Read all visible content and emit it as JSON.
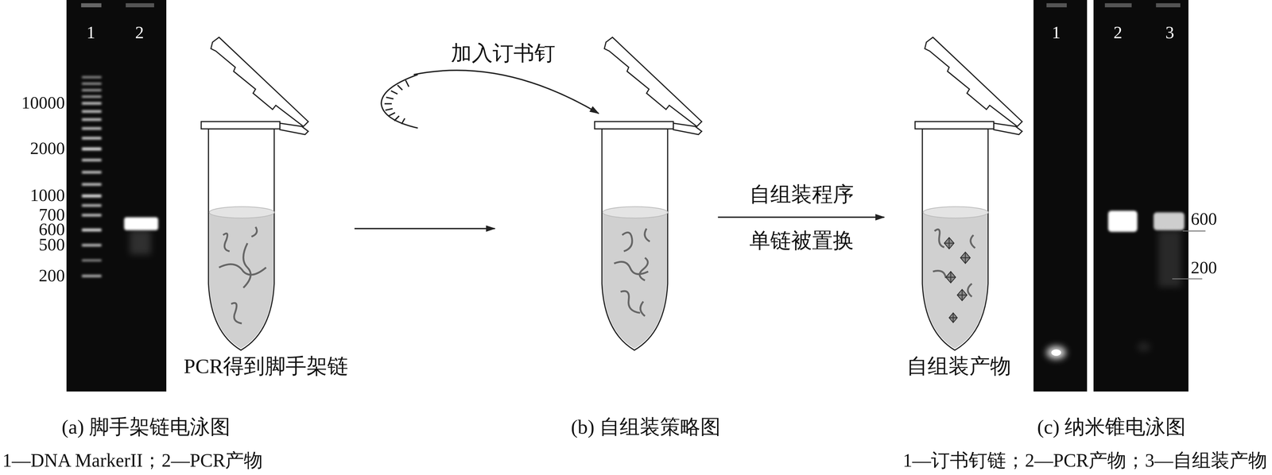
{
  "diagram": {
    "labels": [
      "1",
      "2",
      "10000",
      "2000",
      "1000",
      "700",
      "600",
      "500",
      "200",
      "PCR得到脚手架链",
      "加入订书钉",
      "自组装程序",
      "单链被置换",
      "自组装产物",
      "1",
      "2",
      "3",
      "600",
      "200",
      "(a) 脚手架链电泳图",
      "1—DNA MarkerII；2—PCR产物",
      "(b) 自组装策略图",
      "(c) 纳米锥电泳图",
      "1—订书钉链；2—PCR产物；3—自组装产物"
    ]
  }
}
